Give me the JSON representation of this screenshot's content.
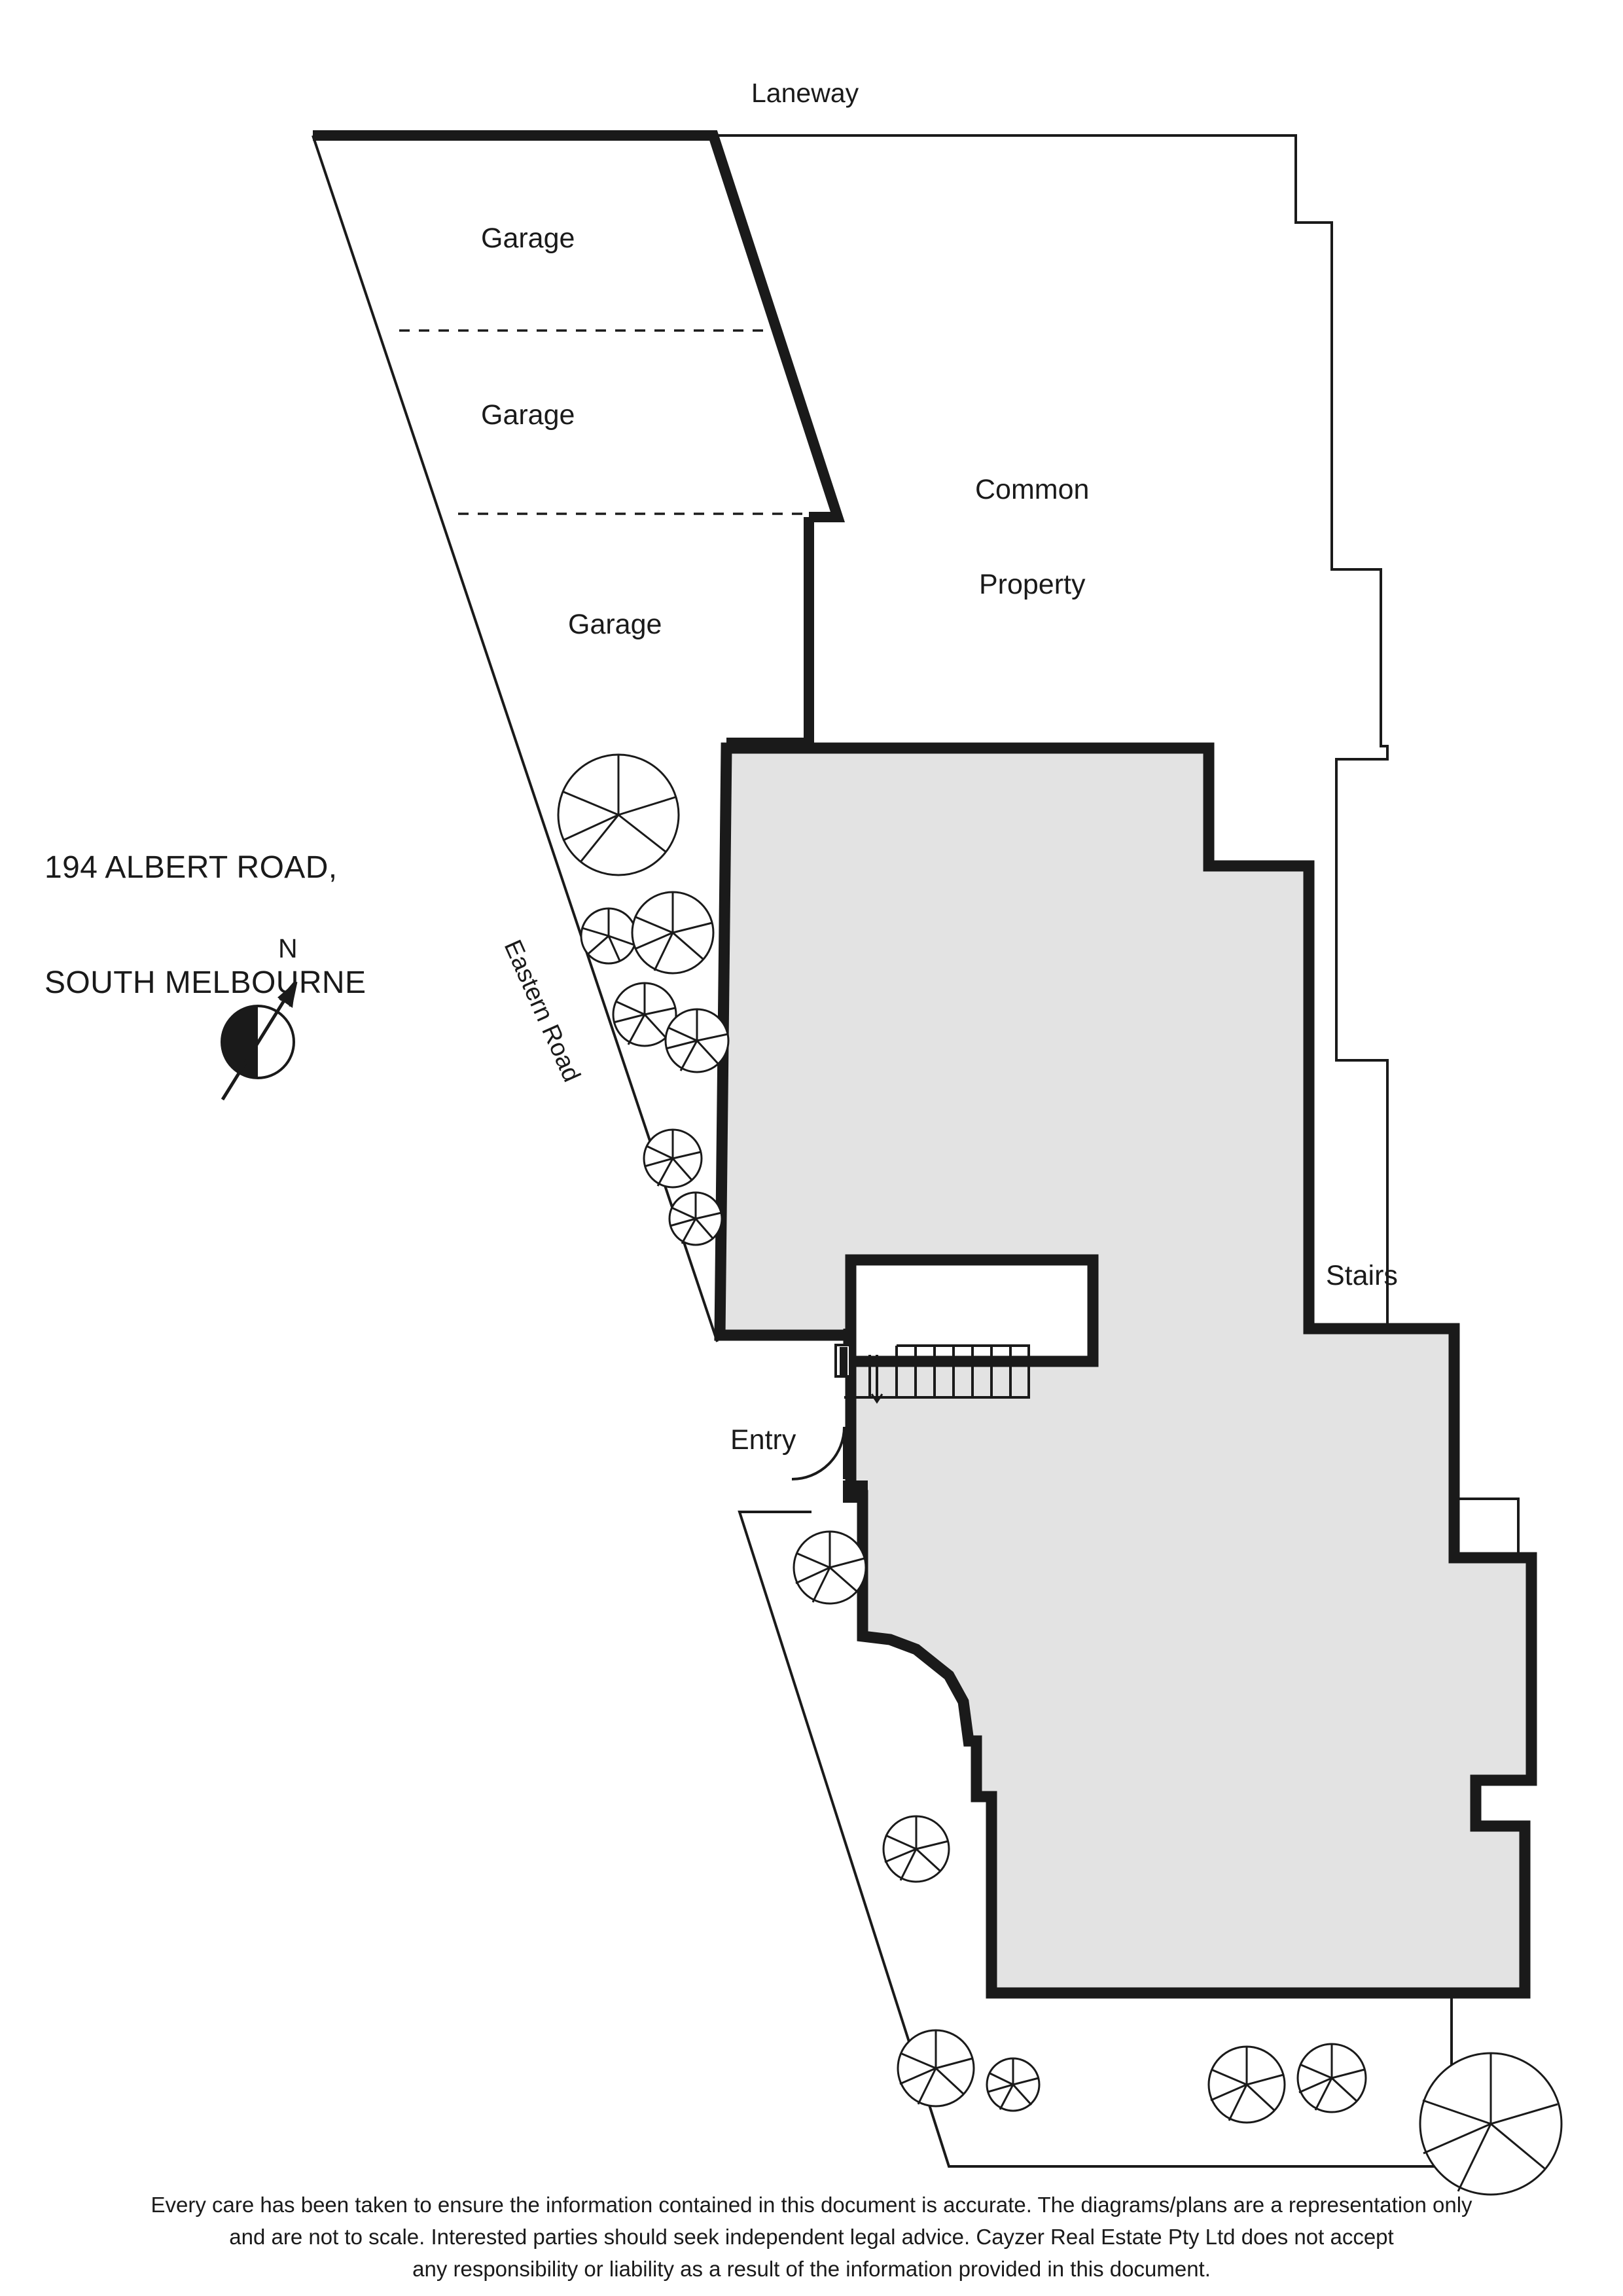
{
  "document": {
    "type": "floor-plan",
    "property_title_line1": "194 ALBERT ROAD,",
    "property_title_line2": "SOUTH MELBOURNE",
    "compass_label": "N"
  },
  "labels": {
    "laneway": "Laneway",
    "garage_1": "Garage",
    "garage_2": "Garage",
    "garage_3": "Garage",
    "common_property_line1": "Common",
    "common_property_line2": "Property",
    "stairs": "Stairs",
    "entry": "Entry",
    "eastern_road": "Eastern Road"
  },
  "colors": {
    "outline": "#1a1a1a",
    "building_fill": "#e3e3e3",
    "background": "#ffffff",
    "thin_line": "#1a1a1a"
  },
  "disclaimer": {
    "line1": "Every care has been taken to ensure the information contained in this document is accurate. The diagrams/plans are a representation only",
    "line2": "and are not to scale. Interested parties should seek independent legal advice. Cayzer Real Estate Pty Ltd does not accept",
    "line3": "any responsibility or liability as a result of the information provided in this document."
  }
}
